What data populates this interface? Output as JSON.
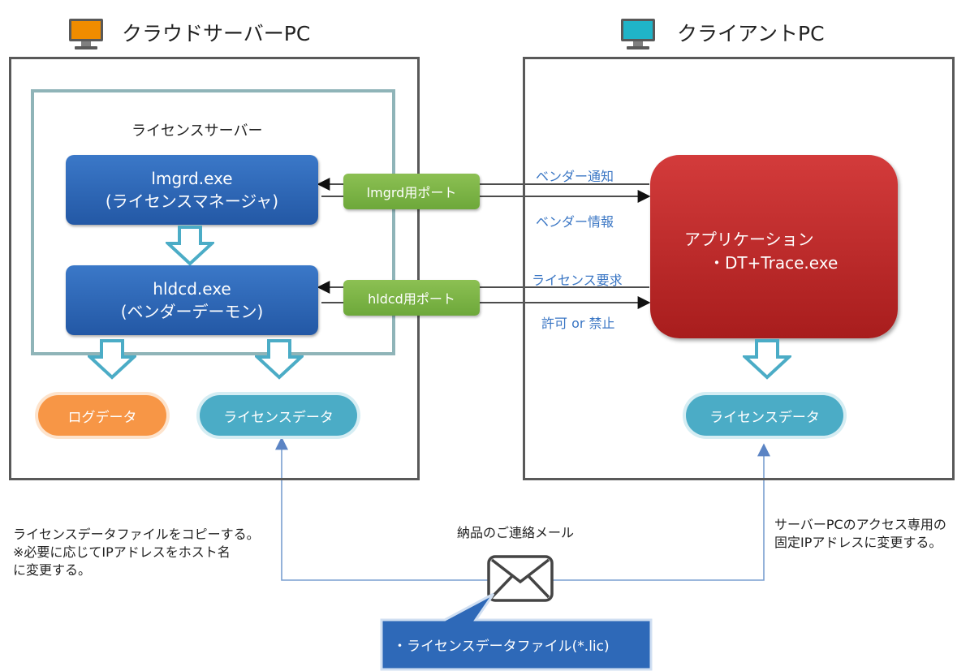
{
  "server": {
    "title": "クラウドサーバーPC",
    "license_server_label": "ライセンスサーバー",
    "lmgrd_line1": "lmgrd.exe",
    "lmgrd_line2": "(ライセンスマネージャ)",
    "hldcd_line1": "hldcd.exe",
    "hldcd_line2": "(ベンダーデーモン)",
    "lmgrd_port": "lmgrd用ポート",
    "hldcd_port": "hldcd用ポート",
    "log_data": "ログデータ",
    "license_data": "ライセンスデータ"
  },
  "client": {
    "title": "クライアントPC",
    "app_line1": "アプリケーション",
    "app_line2": "・DT+Trace.exe",
    "license_data": "ライセンスデータ"
  },
  "arrows": {
    "vendor_notify": "ベンダー通知",
    "vendor_info": "ベンダー情報",
    "license_request": "ライセンス要求",
    "permit_or_deny": "許可 or 禁止"
  },
  "bottom": {
    "left_note": [
      "ライセンスデータファイルをコピーする。",
      "※必要に応じてIPアドレスをホスト名",
      "に変更する。"
    ],
    "mail_label": "納品のご連絡メール",
    "right_note": [
      "サーバーPCのアクセス専用の",
      "固定IPアドレスに変更する。"
    ],
    "callout": "・ライセンスデータファイル(*.lic)"
  },
  "colors": {
    "monitor_server": "#f08c00",
    "monitor_client": "#20b4c8",
    "frame": "#595959",
    "license_server_frame": "#8fb4b8",
    "process_box": "#2e69b8",
    "port": "#7cb342",
    "application": "#c0292b",
    "log_pill": "#f79646",
    "license_pill": "#4bacc6",
    "connector": "#7a9fd0",
    "callout": "#2e69b8"
  },
  "icons": [
    "monitor-icon",
    "envelope-icon",
    "down-arrow-icon"
  ]
}
